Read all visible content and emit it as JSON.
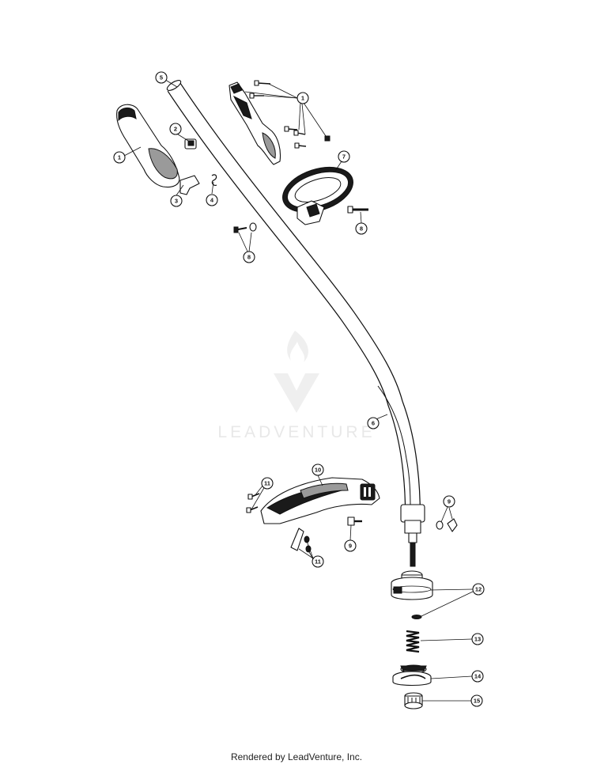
{
  "watermark": {
    "text": "LEADVENTURE"
  },
  "footer": {
    "text": "Rendered by LeadVenture, Inc."
  },
  "callouts": {
    "c1a": "1",
    "c1b": "1",
    "c2": "2",
    "c3": "3",
    "c4": "4",
    "c5": "5",
    "c6": "6",
    "c7": "7",
    "c8a": "8",
    "c8b": "8",
    "c9a": "9",
    "c9b": "9",
    "c10": "10",
    "c11a": "11",
    "c11b": "11",
    "c12": "12",
    "c13": "13",
    "c14": "14",
    "c15": "15"
  }
}
